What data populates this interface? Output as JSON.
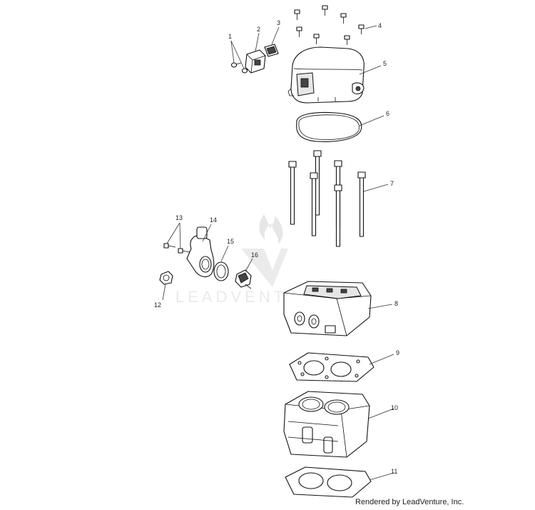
{
  "watermark": {
    "text": "LEADVENT"
  },
  "footer": {
    "credit": "Rendered by LeadVenture, Inc."
  },
  "callouts": {
    "c1": "1",
    "c2": "2",
    "c3": "3",
    "c4": "4",
    "c5": "5",
    "c6": "6",
    "c7": "7",
    "c8": "8",
    "c9": "9",
    "c10": "10",
    "c11": "11",
    "c12": "12",
    "c13": "13",
    "c14": "14",
    "c15": "15",
    "c16": "16"
  }
}
